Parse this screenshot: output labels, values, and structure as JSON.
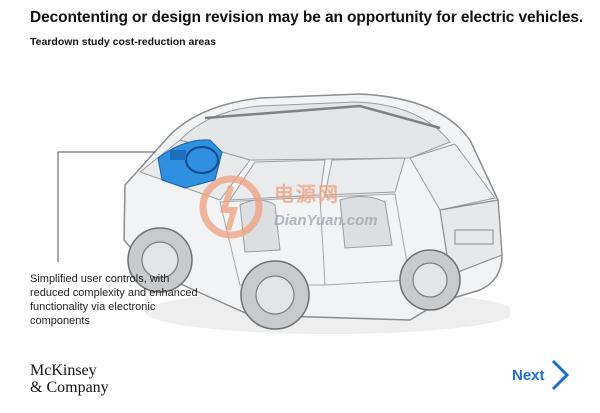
{
  "header": {
    "title": "Decontenting or design revision may be an opportunity for electric vehicles.",
    "subtitle": "Teardown study cost-reduction areas"
  },
  "annotation": {
    "text": "Simplified user controls, with reduced complexity and enhanced functionality via electronic components"
  },
  "brand": {
    "line1": "McKinsey",
    "line2": "& Company"
  },
  "watermark": {
    "cn": "电源网",
    "en": "DianYuan.com"
  },
  "navigation": {
    "next_label": "Next"
  },
  "colors": {
    "highlight": "#2f8fe0",
    "next_accent": "#1d6ed3",
    "watermark": "#f0a080"
  }
}
